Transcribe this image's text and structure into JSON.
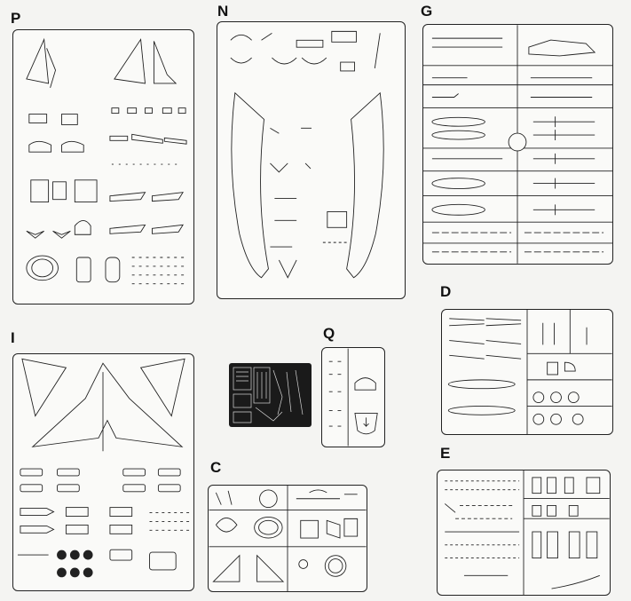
{
  "sprues": {
    "P": "P",
    "N": "N",
    "G": "G",
    "D": "D",
    "I": "I",
    "Q": "Q",
    "C": "C",
    "E": "E"
  }
}
